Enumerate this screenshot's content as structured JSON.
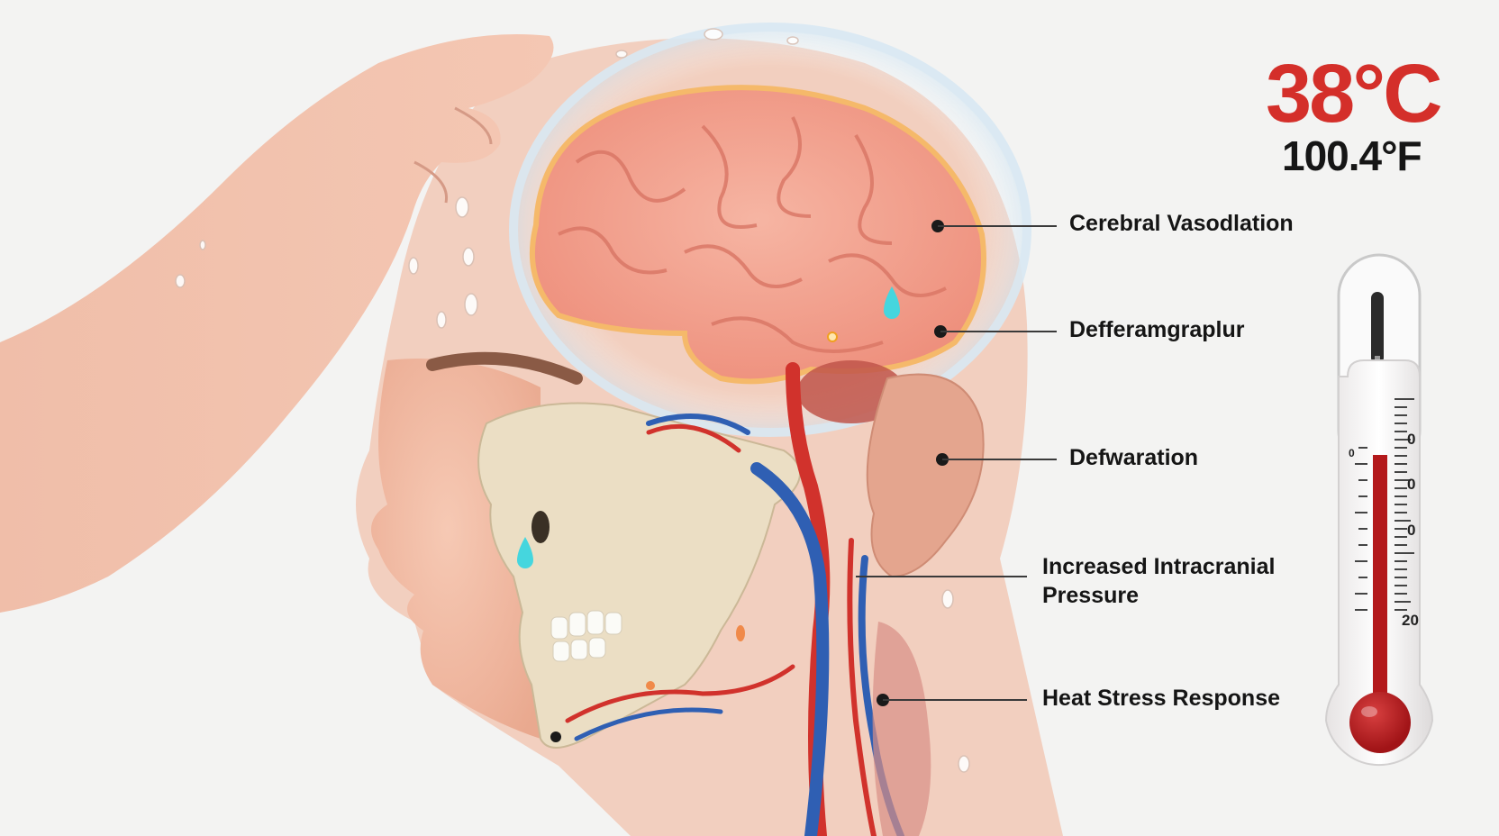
{
  "temperature": {
    "celsius": "38°C",
    "fahrenheit": "100.4°F",
    "accent_color": "#d42f2a"
  },
  "annotations": [
    {
      "label": "Cerebral Vasodlation",
      "target": "brain-cortex"
    },
    {
      "label": "Defferamgraplur",
      "target": "temporal-lobe"
    },
    {
      "label": "Defwaration",
      "target": "ear"
    },
    {
      "label": "Increased Intracranial Pressure",
      "line1": "Increased Intracranial",
      "line2": "Pressure",
      "target": "neck-vessels"
    },
    {
      "label": "Heat Stress Response",
      "target": "neck-muscle"
    }
  ],
  "thermometer": {
    "scale_labels": [
      "0",
      "0",
      "0",
      "0",
      "20"
    ],
    "mercury_color": "#b3191b"
  },
  "icons": [
    "thermometer-icon",
    "sweat-drop-icon",
    "tear-drop-icon"
  ]
}
